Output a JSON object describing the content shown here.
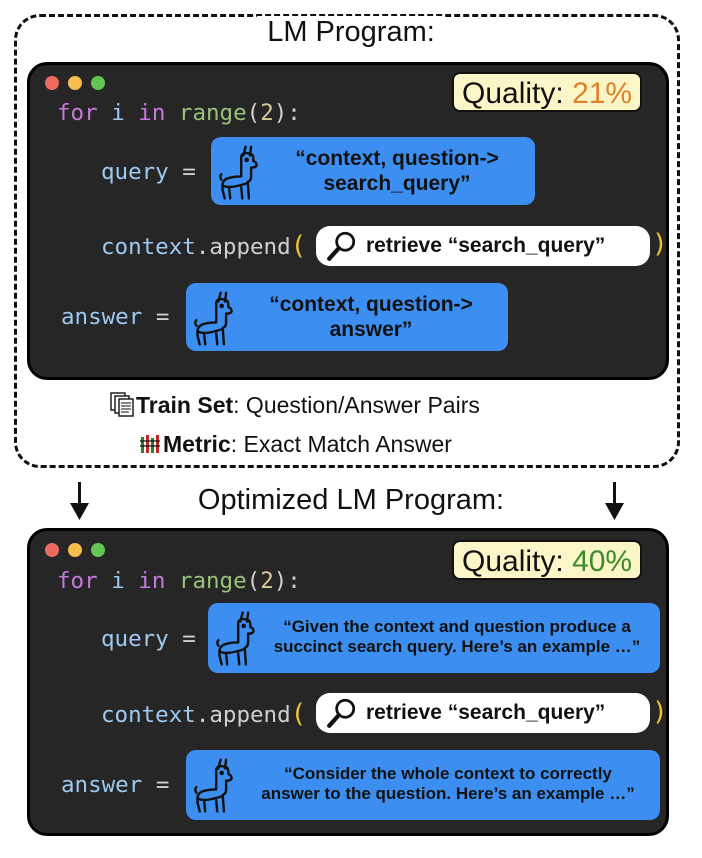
{
  "top": {
    "title": "LM Program:",
    "quality_label": "Quality:",
    "quality_value": "21%",
    "quality_color": "#e0802a",
    "code": {
      "loop_for": "for",
      "loop_var": "i",
      "loop_in": "in",
      "loop_fn": "range",
      "loop_arg": "2",
      "query_var": "query",
      "context_var": "context",
      "append_fn": "append",
      "answer_var": "answer"
    },
    "query_prompt_line1": "“context, question->",
    "query_prompt_line2": "search_query”",
    "retrieve_text": "retrieve “search_query”",
    "answer_prompt_line1": "“context, question->",
    "answer_prompt_line2": "answer”"
  },
  "captions": {
    "train_label": "Train Set",
    "train_text": ": Question/Answer Pairs",
    "metric_label": "Metric",
    "metric_text": ": Exact Match Answer"
  },
  "bottom": {
    "title": "Optimized LM Program:",
    "quality_label": "Quality:",
    "quality_value": "40%",
    "quality_color": "#3f8a2a",
    "code": {
      "loop_for": "for",
      "loop_var": "i",
      "loop_in": "in",
      "loop_fn": "range",
      "loop_arg": "2",
      "query_var": "query",
      "context_var": "context",
      "append_fn": "append",
      "answer_var": "answer"
    },
    "query_prompt_line1": "“Given the context and question produce a",
    "query_prompt_line2": "succinct search query.  Here’s an example …”",
    "retrieve_text": "retrieve “search_query”",
    "answer_prompt_line1": "“Consider the whole context to correctly",
    "answer_prompt_line2": "answer to the question.  Here’s an example …”"
  },
  "icons": {
    "llama": "llama-icon",
    "magnifier": "magnifier-icon",
    "documents": "documents-icon",
    "metric": "metric-bars-icon"
  },
  "colors": {
    "editor_bg": "#262626",
    "lm_box": "#3c8ff0",
    "quality_bg": "#fbf6c8",
    "dot_red": "#ee6a5f",
    "dot_yellow": "#f5be4f",
    "dot_green": "#62c554"
  }
}
